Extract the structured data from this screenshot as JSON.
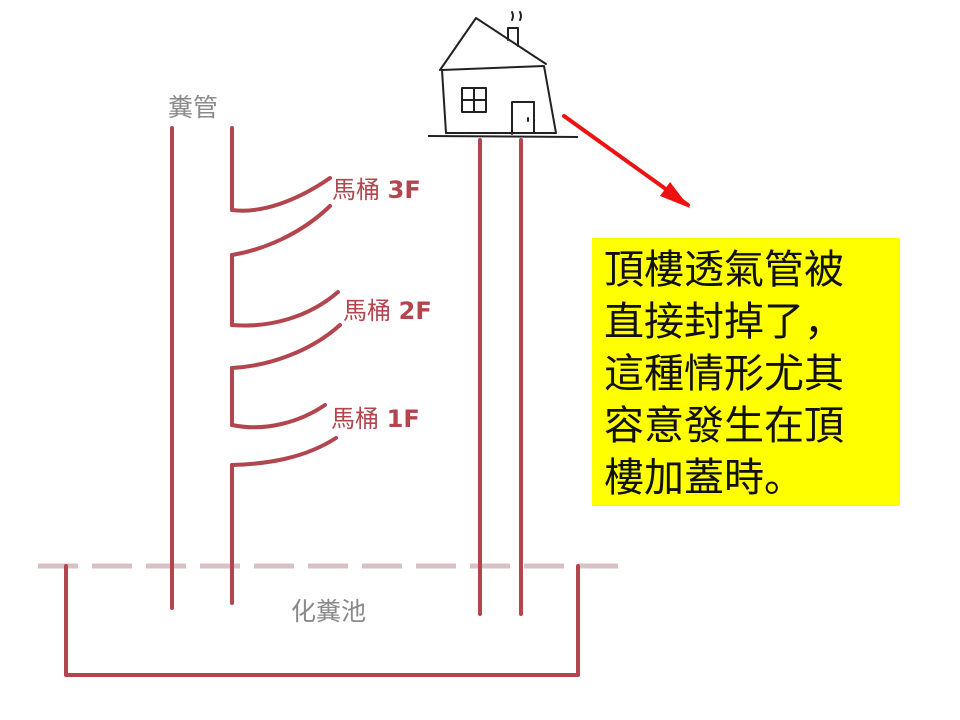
{
  "labels": {
    "pipe": "糞管",
    "tank": "化糞池",
    "toilet_3f": {
      "name": "馬桶",
      "floor": "3F"
    },
    "toilet_2f": {
      "name": "馬桶",
      "floor": "2F"
    },
    "toilet_1f": {
      "name": "馬桶",
      "floor": "1F"
    }
  },
  "note": {
    "lines": [
      "頂樓透氣管被",
      "直接封掉了，",
      "這種情形尤其",
      "容意發生在頂",
      "樓加蓋時。"
    ]
  },
  "colors": {
    "pipe": "#b3454f",
    "arrow": "#ee1111",
    "note_bg": "#ffff00",
    "label_gray": "#8a8a8a"
  }
}
